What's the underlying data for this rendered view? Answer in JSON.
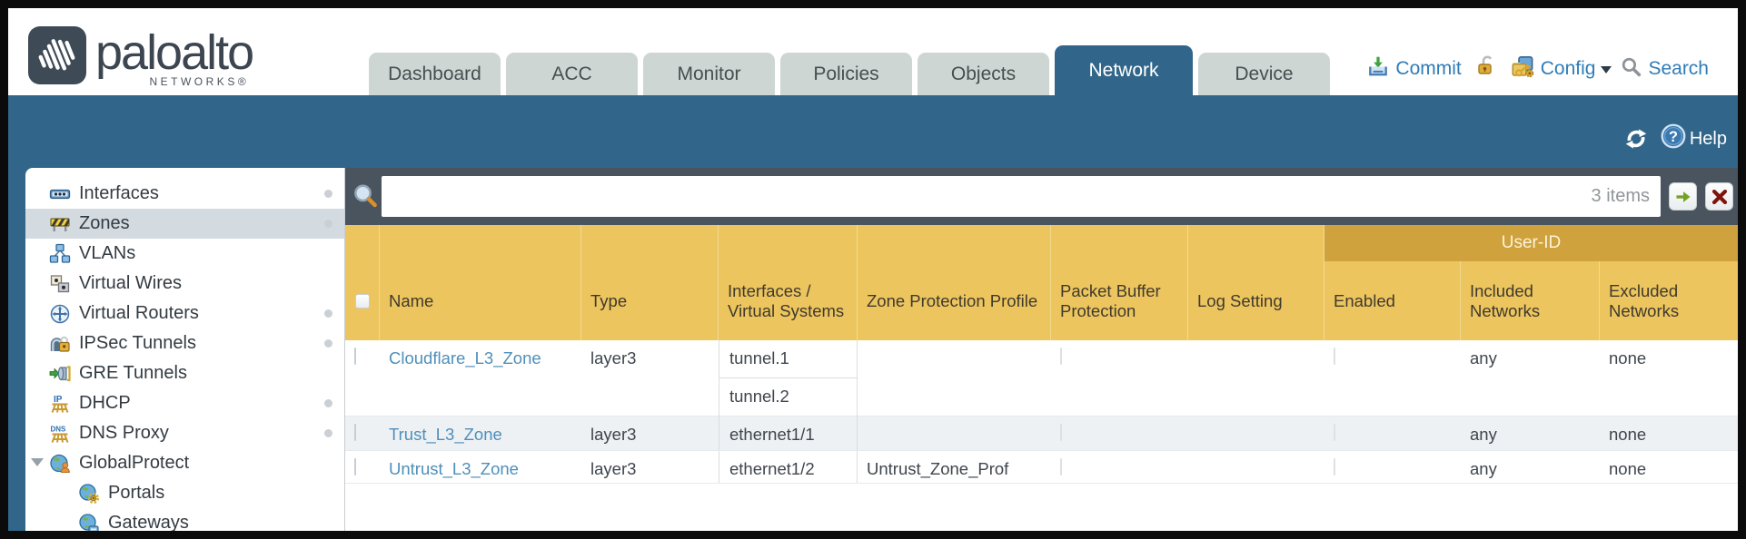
{
  "header": {
    "brand": "paloalto",
    "brand_sub": "NETWORKS®",
    "tabs": [
      {
        "label": "Dashboard"
      },
      {
        "label": "ACC"
      },
      {
        "label": "Monitor"
      },
      {
        "label": "Policies"
      },
      {
        "label": "Objects"
      },
      {
        "label": "Network"
      },
      {
        "label": "Device"
      }
    ],
    "commit_label": "Commit",
    "config_label": "Config",
    "search_label": "Search"
  },
  "toolbar": {
    "help_label": "Help"
  },
  "sidebar": {
    "items": [
      {
        "label": "Interfaces"
      },
      {
        "label": "Zones"
      },
      {
        "label": "VLANs"
      },
      {
        "label": "Virtual Wires"
      },
      {
        "label": "Virtual Routers"
      },
      {
        "label": "IPSec Tunnels"
      },
      {
        "label": "GRE Tunnels"
      },
      {
        "label": "DHCP"
      },
      {
        "label": "DNS Proxy"
      },
      {
        "label": "GlobalProtect"
      },
      {
        "label": "Portals"
      },
      {
        "label": "Gateways"
      }
    ]
  },
  "filter": {
    "items_count": "3 items",
    "query": ""
  },
  "table": {
    "group_header": "User-ID",
    "columns": {
      "name": "Name",
      "type": "Type",
      "interfaces": "Interfaces / Virtual Systems",
      "zone_protection_profile": "Zone Protection Profile",
      "packet_buffer_protection": "Packet Buffer Protection",
      "log_setting": "Log Setting",
      "enabled": "Enabled",
      "included_networks": "Included Networks",
      "excluded_networks": "Excluded Networks"
    },
    "rows": [
      {
        "name": "Cloudflare_L3_Zone",
        "type": "layer3",
        "interfaces": [
          "tunnel.1",
          "tunnel.2"
        ],
        "zone_protection_profile": "",
        "log_setting": "",
        "included": "any",
        "excluded": "none"
      },
      {
        "name": "Trust_L3_Zone",
        "type": "layer3",
        "interfaces": [
          "ethernet1/1"
        ],
        "zone_protection_profile": "",
        "log_setting": "",
        "included": "any",
        "excluded": "none"
      },
      {
        "name": "Untrust_L3_Zone",
        "type": "layer3",
        "interfaces": [
          "ethernet1/2"
        ],
        "zone_protection_profile": "Untrust_Zone_Prof",
        "log_setting": "",
        "included": "any",
        "excluded": "none"
      }
    ]
  },
  "colors": {
    "teal": "#31668a",
    "slate": "#4a545f",
    "amber": "#edc55f",
    "amber_dark": "#cfa23d",
    "link_blue": "#2f7cb8",
    "name_blue": "#4f8fba",
    "tab_gray": "#cdd6d3"
  }
}
